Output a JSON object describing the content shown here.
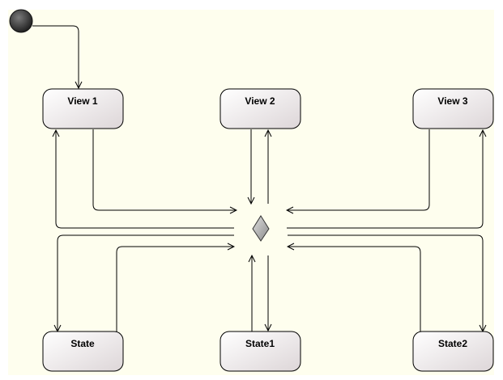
{
  "diagram": {
    "states": [
      {
        "id": "view1",
        "label": "View 1"
      },
      {
        "id": "view2",
        "label": "View 2"
      },
      {
        "id": "view3",
        "label": "View 3"
      },
      {
        "id": "state0",
        "label": "State"
      },
      {
        "id": "state1",
        "label": "State1"
      },
      {
        "id": "state2",
        "label": "State2"
      }
    ]
  },
  "colors": {
    "background": "#fefeee",
    "line": "#000000",
    "state_fill_light": "#ffffff",
    "state_fill_dark": "#ddd6d8",
    "initial_node": "#2c2c2c",
    "choice_fill": "#b0b0b0"
  }
}
